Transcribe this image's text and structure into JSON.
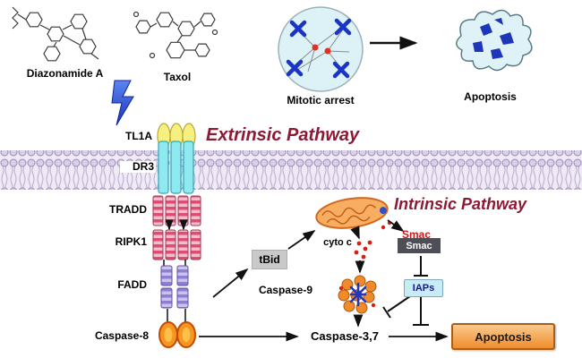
{
  "compounds": {
    "diazonamide": "Diazonamide A",
    "taxol": "Taxol"
  },
  "top_row": {
    "mitotic_arrest": "Mitotic arrest",
    "apoptosis": "Apoptosis"
  },
  "receptor": {
    "ligand": "TL1A",
    "receptor": "DR3"
  },
  "titles": {
    "extrinsic": "Extrinsic Pathway",
    "intrinsic": "Intrinsic Pathway"
  },
  "extrinsic_cascade": {
    "tradd": "TRADD",
    "ripk1": "RIPK1",
    "fadd": "FADD",
    "caspase8": "Caspase-8"
  },
  "intrinsic_cascade": {
    "tbid": "tBid",
    "cyto_c": "cyto c",
    "smac_red": "Smac",
    "smac_white": "Smac",
    "caspase9": "Caspase-9",
    "iaps": "IAPs",
    "caspase37": "Caspase-3,7",
    "apoptosis": "Apoptosis"
  },
  "colors": {
    "pathway_title": "#8B1A35",
    "membrane_head": "#B7A6CD",
    "ligand_yellow": "#F6F07E",
    "receptor_cyan": "#8FE9F0",
    "adaptor_pink": "#DD4E74",
    "fadd_purple": "#8F7ED2",
    "caspase_orange": "#F08A1E",
    "apoptosis_box_orange": "#EF8E2E",
    "iaps_cyan": "#C7ECF6",
    "smac_dark": "#4E4E56",
    "tbid_gray": "#C9C9C9",
    "bolt_blue": "#2A4AD0",
    "chromosome_blue": "#1A35C5",
    "centrosome_red": "#E03020"
  }
}
